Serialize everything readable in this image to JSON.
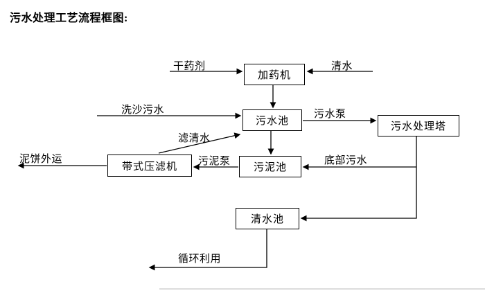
{
  "title": "污水处理工艺流程框图:",
  "nodes": {
    "dosing_machine": "加药机",
    "sewage_pool": "污水池",
    "treatment_tower": "污水处理塔",
    "sludge_pool": "污泥池",
    "belt_filter_press": "带式压滤机",
    "clean_water_pool": "清水池"
  },
  "labels": {
    "dry_agent": "干药剂",
    "clean_water": "清水",
    "sand_washing_sewage": "洗沙污水",
    "sewage_pump": "污水泵",
    "filtered_water": "滤清水",
    "sludge_pump": "污泥泵",
    "bottom_sewage": "底部污水",
    "mud_cake_out": "泥饼外运",
    "recycling": "循环利用"
  },
  "colors": {
    "line": "#000000",
    "background": "#ffffff"
  }
}
